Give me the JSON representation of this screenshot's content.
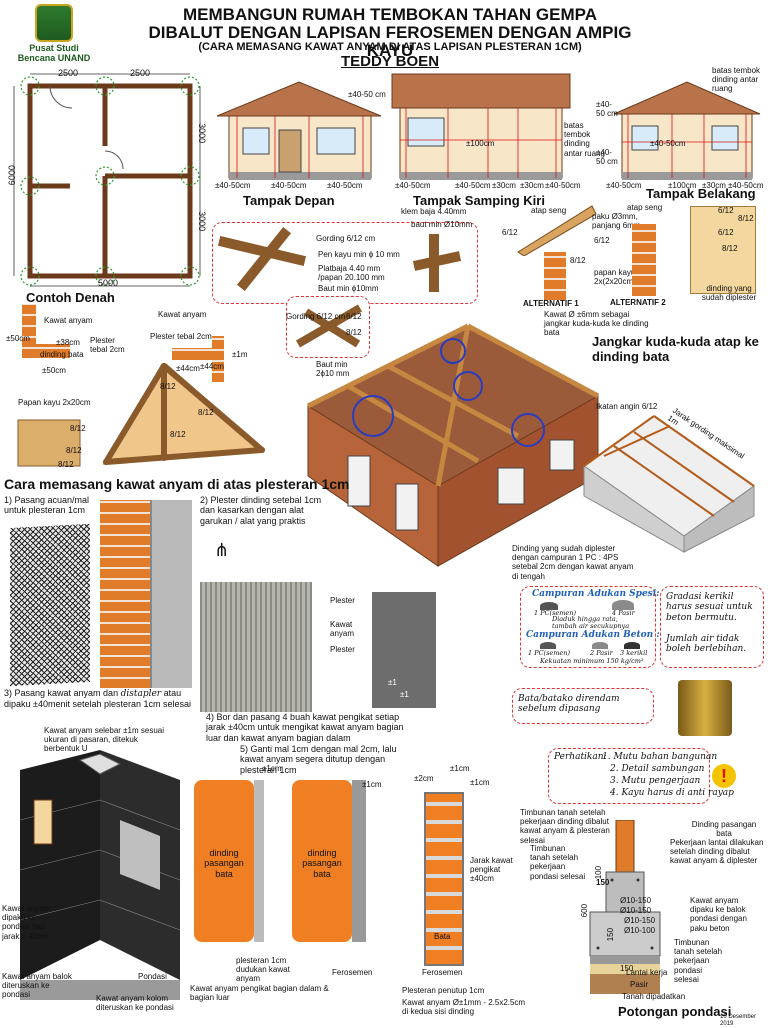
{
  "header": {
    "org": "Pusat Studi Bencana UNAND",
    "title_line1": "MEMBANGUN RUMAH TEMBOKAN TAHAN GEMPA",
    "title_line2": "DIBALUT DENGAN LAPISAN FEROSEMEN DENGAN AMPIG KAYU",
    "title_line3": "(CARA MEMASANG KAWAT ANYAM DI ATAS LAPISAN PLESTERAN 1CM)",
    "author": "TEDDY BOEN"
  },
  "denah": {
    "title": "Contoh Denah",
    "dim_top_left": "2500",
    "dim_top_right": "2500",
    "dim_side": "6000",
    "dim_right_top": "3000",
    "dim_right_bottom": "3000",
    "dim_bottom": "5000"
  },
  "tampak_depan": {
    "title": "Tampak Depan",
    "dims": [
      "±40-50cm",
      "±40-50cm",
      "±40-50cm",
      "±40-50 cm"
    ]
  },
  "tampak_samping": {
    "title": "Tampak Samping Kiri",
    "dims": [
      "±40-50cm",
      "±40-50cm",
      "±30cm",
      "±30cm",
      "±40-50cm",
      "±100cm"
    ],
    "note": "batas tembok dinding antar ruang"
  },
  "tampak_belakang": {
    "title": "Tampak Belakang",
    "dims": [
      "±40-50cm",
      "±100cm",
      "±30cm",
      "±40-50cm",
      "±40-50cm"
    ],
    "left_dims": [
      "±40-50 cm",
      "±40-50 cm"
    ],
    "note": "batas tembok dinding antar ruang"
  },
  "details": {
    "corner_labels": [
      "Kawat anyam",
      "±50cm",
      "±38cm",
      "dinding bata",
      "±50cm",
      "Plester tebal 2cm"
    ],
    "plester_labels": [
      "Kawat anyam",
      "Plester tebal 2cm",
      "±44cm",
      "±44cm",
      "±1m"
    ],
    "truss_labels": [
      "Papan kayu 2x20cm",
      "8/12",
      "8/12",
      "8/12",
      "8/12",
      "8/12",
      "8/12"
    ],
    "joint_labels": [
      "Gording 6/12 cm",
      "Pen kayu min ϕ 10 mm",
      "Platbaja 4.40 mm /papan 20.100 mm",
      "Baut min ϕ10mm"
    ],
    "joint2_labels": [
      "Gording 6/12 cm",
      "6/12",
      "8/12",
      "Baut min 2ϕ10 mm"
    ],
    "clamp_labels": [
      "klem baja 4.40mm",
      "baut min Ø10mm",
      "atap seng",
      "6/12",
      "8/12",
      "ALTERNATIF 1"
    ],
    "alt2_labels": [
      "atap seng",
      "paku Ø3mm, panjang 6mm",
      "6/12",
      "papan kayu 2x(2x20cm)",
      "ALTERNATIF 2",
      "6/12",
      "8/12",
      "6/12",
      "8/12",
      "dinding yang sudah diplester"
    ],
    "kawat_note": "Kawat Ø ±6mm sebagai jangkar kuda-kuda ke dinding bata",
    "jangkar_title": "Jangkar kuda-kuda atap ke dinding bata",
    "ikatan": "Ikatan angin 6/12",
    "jarak_gording": "Jarak gording maksimal 1m",
    "dinding_note": "Dinding yang sudah diplester dengan campuran 1 PC : 4PS setebal 2cm dengan kawat anyam di tengah"
  },
  "steps": {
    "title": "Cara memasang kawat anyam di atas plesteran 1cm",
    "s1": "1) Pasang acuan/mal untuk plesteran 1cm",
    "s2": "2) Plester dinding setebal 1cm dan kasarkan dengan alat garukan / alat yang praktis",
    "s3_a": "3) Pasang kawat anyam dan ",
    "s3_b": "distapler",
    "s3_c": " atau dipaku ±40menit setelah plesteran 1cm selesai",
    "s4": "4) Bor dan pasang 4 buah kawat pengikat setiap jarak ±40cm untuk mengikat kawat anyam bagian luar dan kawat anyam bagian dalam",
    "s5": "5) Ganti mal 1cm dengan mal 2cm, lalu kawat anyam segera ditutup dengan plesteran 1cm",
    "photo_labels": [
      "Plester",
      "Kawat anyam",
      "Plester",
      "±1",
      "±1"
    ]
  },
  "mix": {
    "spesi_title": "Campuran Adukan Spesi:",
    "spesi_pc": "1 PC(semen)",
    "spesi_pasir": "4 Pasir",
    "spesi_note": "Diaduk hingga rata, tambah air secukupnya",
    "beton_title": "Campuran Adukan Beton :",
    "beton_pc": "1 PC(semen)",
    "beton_pasir": "2 Pasir",
    "beton_kerikil": "3 kerikil",
    "beton_note": "Kekuatan minimum 150 kg/cm²",
    "right_note1": "Gradasi kerikil harus sesuai untuk beton bermutu.",
    "right_note2": "Jumlah air tidak boleh berlebihan."
  },
  "bata_note": "Bata/batako direndam sebelum dipasang",
  "perhatikan": {
    "head": "Perhatikan:",
    "items": [
      "1. Mutu bahan bangunan",
      "2. Detail sambungan",
      "3. Mutu pengerjaan",
      "4. Kayu harus di anti rayap"
    ]
  },
  "isometric": {
    "labels": [
      "Kawat anyam selebar ±1m sesuai ukuran di pasaran, ditekuk berbentuk U",
      "Kawat anyam dipaku ke pondasi tiap jarak ± 40cm",
      "Kawat anyam balok diteruskan ke pondasi",
      "Pondasi",
      "Kawat anyam kolom diteruskan ke pondasi"
    ]
  },
  "section": {
    "wall_text": "dinding pasangan bata",
    "dims": [
      "±1cm",
      "±1cm",
      "±2cm",
      "±1cm",
      "±1cm"
    ],
    "labels": [
      "plesteran 1cm dudukan kawat anyam",
      "Ferosemen",
      "Ferosemen",
      "Bata",
      "Jarak kawat pengikat ±40cm",
      "Kawat anyam pengikat bagian dalam & bagian luar",
      "Plesteran penutup 1cm",
      "Kawat anyam Ø±1mm - 2.5x2.5cm di kedua sisi dinding"
    ]
  },
  "pondasi": {
    "title": "Potongan pondasi",
    "labels": [
      "Timbunan tanah setelah pekerjaan dinding dibalut kawat anyam & plesteran selesai",
      "Dinding pasangan bata",
      "Pekerjaan lantai dilakukan setelah dinding dibalut kawat anyam & diplester",
      "Timbunan tanah setelah pekerjaan pondasi selesai",
      "Kawat anyam dipaku ke balok pondasi dengan paku beton",
      "Timbunan tanah setelah pekerjaan pondasi selesai",
      "Lantai kerja",
      "Pasir",
      "Tanah dipadatkan"
    ],
    "rebar": [
      "Ø10-150",
      "Ø10-150",
      "Ø10-150",
      "Ø10-100"
    ],
    "nums": [
      "150",
      "100",
      "600",
      "150",
      "150"
    ]
  },
  "date": "10 Desember 2019"
}
